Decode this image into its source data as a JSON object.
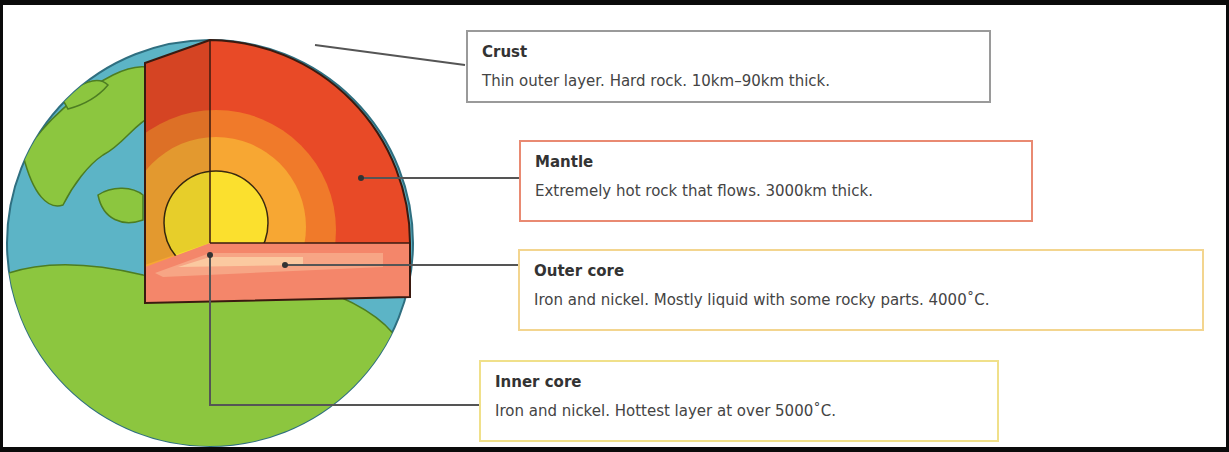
{
  "diagram": {
    "nodes": [
      {
        "text": [
          "Crust",
          "Thin outer layer. Hard rock. 10km–90km thick."
        ]
      },
      {
        "text": [
          "Mantle",
          "Extremely hot rock that flows. 3000km thick."
        ]
      },
      {
        "text": [
          "Outer core",
          "Iron and nickel. Mostly liquid with some rocky parts. 4000˚C."
        ]
      },
      {
        "text": [
          "Inner core",
          "Iron and nickel. Hottest layer at over 5000˚C."
        ]
      }
    ]
  }
}
